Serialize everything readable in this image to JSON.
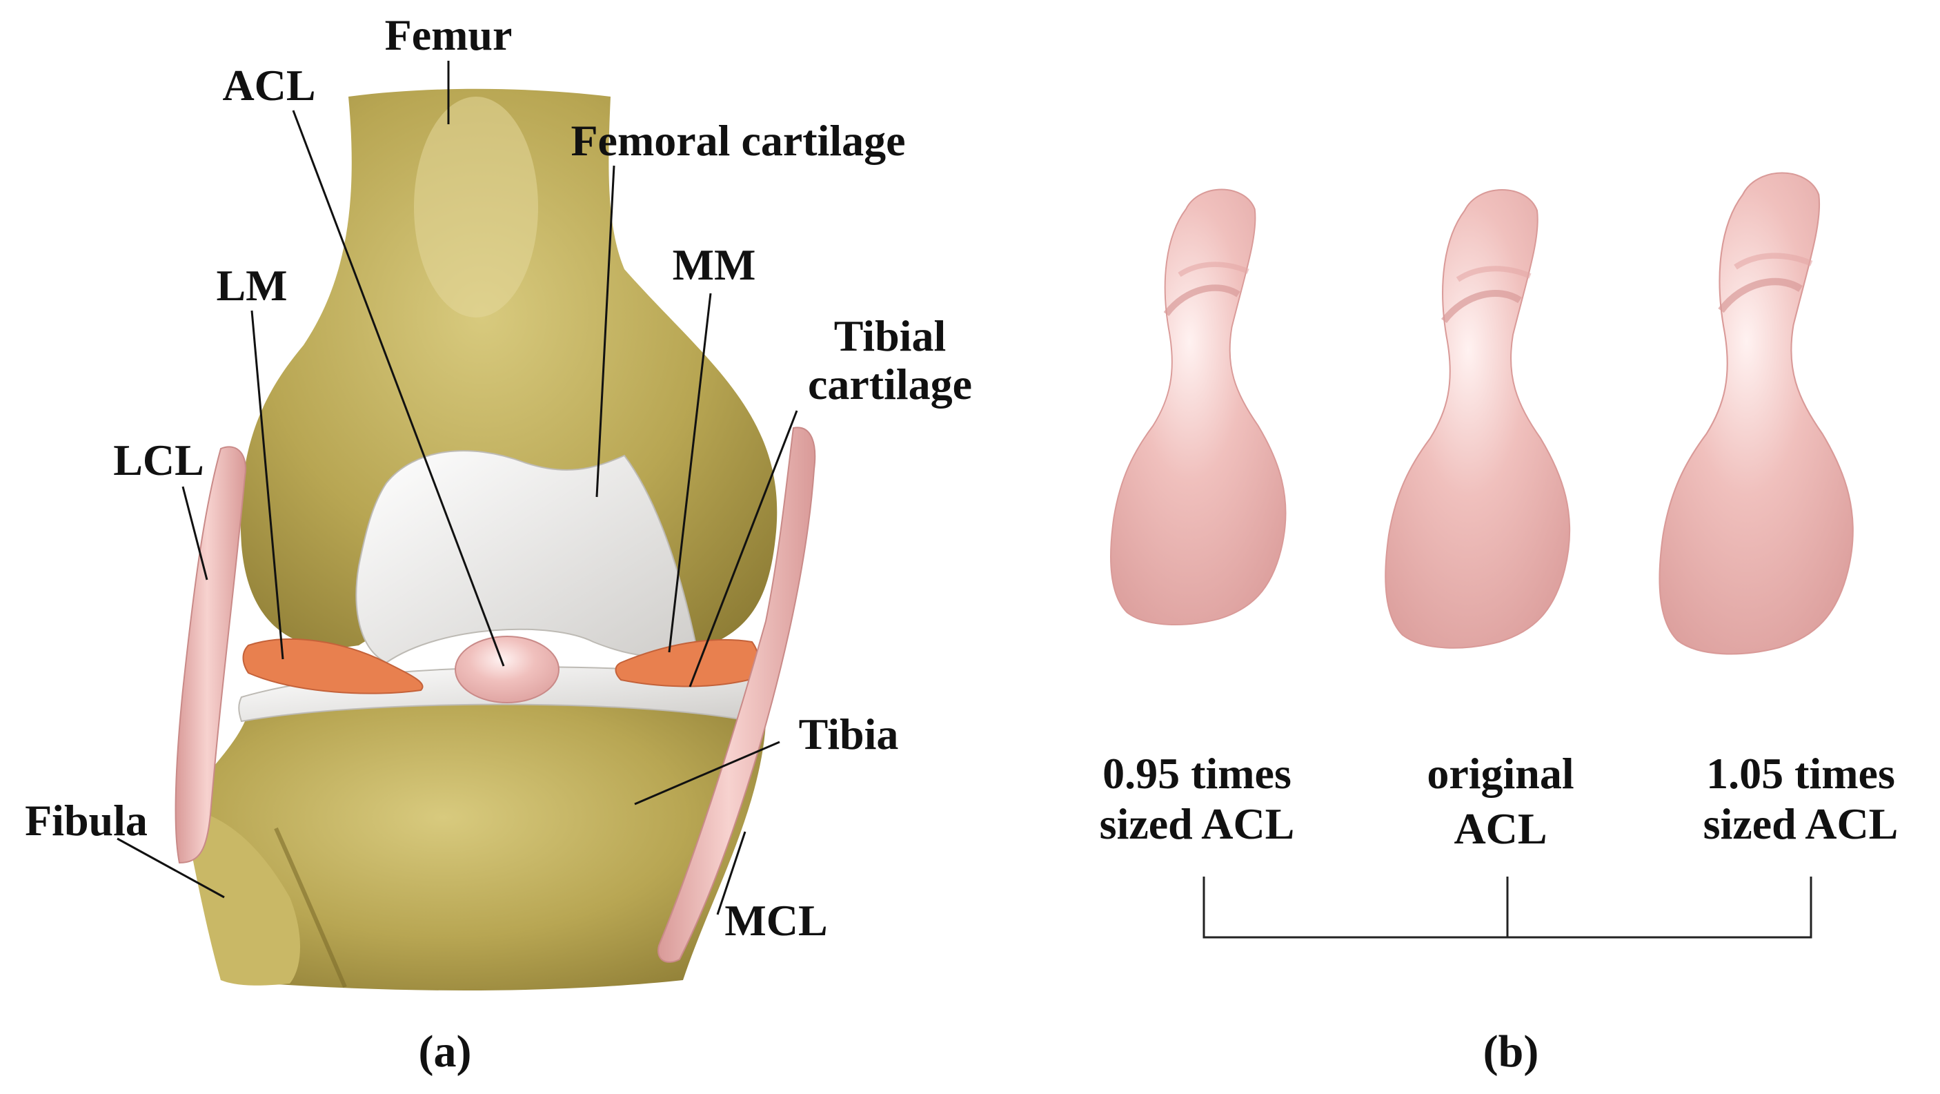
{
  "colors": {
    "bone": "#b8a653",
    "bone_highlight": "#d8ca7e",
    "bone_shadow": "#8c7b34",
    "cartilage": "#eceae6",
    "meniscus": "#e8804f",
    "ligament": "#efb8b5",
    "ligament_shade": "#d99a98",
    "line": "#111111"
  },
  "panel_a": {
    "caption": "(a)",
    "labels": {
      "femur": "Femur",
      "acl": "ACL",
      "femoral_cartilage": "Femoral cartilage",
      "mm": "MM",
      "lm": "LM",
      "tibial_cartilage_line1": "Tibial",
      "tibial_cartilage_line2": "cartilage",
      "lcl": "LCL",
      "tibia": "Tibia",
      "fibula": "Fibula",
      "mcl": "MCL"
    }
  },
  "panel_b": {
    "caption": "(b)",
    "variants": [
      {
        "line1": "0.95 times",
        "line2": "sized ACL"
      },
      {
        "line1": "original",
        "line2": "ACL"
      },
      {
        "line1": "1.05 times",
        "line2": "sized ACL"
      }
    ]
  }
}
